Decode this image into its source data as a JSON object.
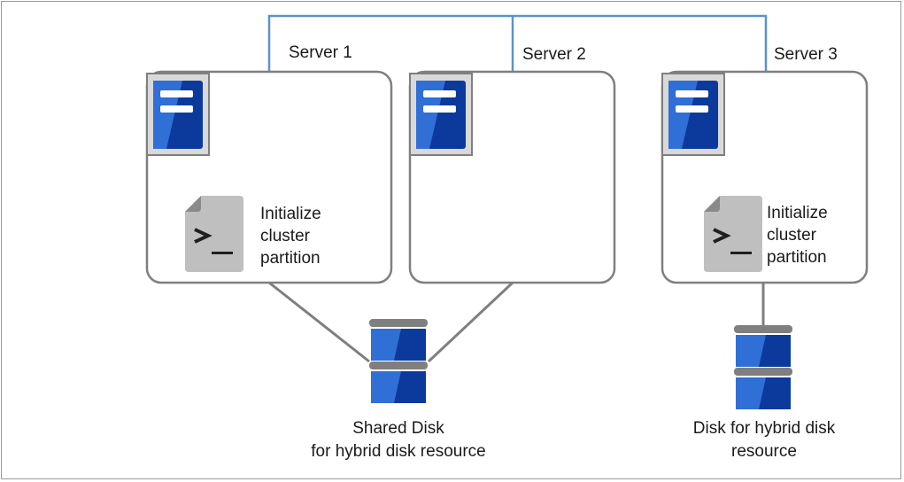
{
  "servers": [
    {
      "name": "Server 1",
      "action": [
        "Initialize",
        "cluster",
        "partition"
      ]
    },
    {
      "name": "Server 2"
    },
    {
      "name": "Server 3",
      "action": [
        "Initialize",
        "cluster",
        "partition"
      ]
    }
  ],
  "disks": [
    {
      "caption": [
        "Shared Disk",
        "for hybrid disk resource"
      ]
    },
    {
      "caption": [
        "Disk for hybrid disk",
        "resource"
      ]
    }
  ],
  "colors": {
    "network_line": "#5b93c9",
    "box_border": "#7f7f7f",
    "disk_connector": "#7f7f7f",
    "server_icon_dark": "#0b3a9c",
    "server_icon_light": "#2f6fd6",
    "script_icon": "#bfbfbf"
  }
}
